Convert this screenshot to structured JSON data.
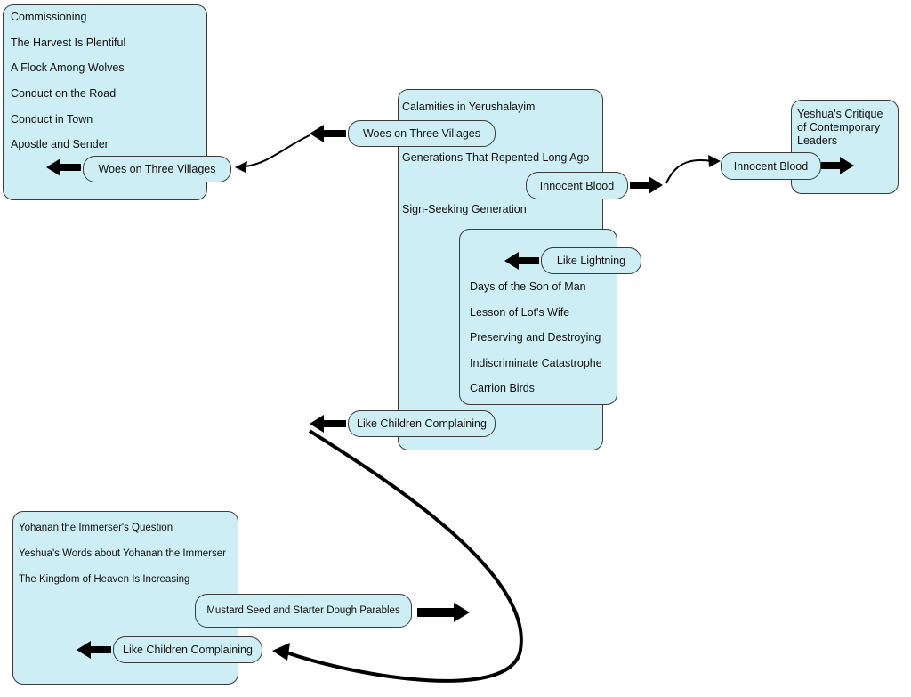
{
  "commissioning_box": {
    "items": [
      "Commissioning",
      "The Harvest Is Plentiful",
      "A Flock Among Wolves",
      "Conduct on the Road",
      "Conduct in Town",
      "Apostle and Sender"
    ],
    "link_pill": "Woes on Three Villages"
  },
  "calamities_box": {
    "items": [
      "Calamities in Yerushalayim",
      "Generations That Repented Long Ago",
      "Sign-Seeking Generation"
    ],
    "woes_pill": "Woes on Three Villages",
    "innocent_blood_pill": "Innocent Blood",
    "children_pill": "Like Children Complaining"
  },
  "lightning_box": {
    "link_pill": "Like Lightning",
    "items": [
      "Days of the Son of Man",
      "Lesson of Lot's Wife",
      "Preserving and Destroying",
      "Indiscriminate Catastrophe",
      "Carrion Birds"
    ]
  },
  "critique_box": {
    "title": "Yeshua's Critique of Contemporary Leaders",
    "link_pill": "Innocent Blood"
  },
  "yohanan_box": {
    "items": [
      "Yohanan the Immerser's Question",
      "Yeshua's Words about Yohanan the Immerser",
      "The Kingdom of Heaven Is Increasing"
    ],
    "mustard_pill": "Mustard Seed and Starter Dough Parables",
    "children_pill": "Like Children Complaining"
  }
}
